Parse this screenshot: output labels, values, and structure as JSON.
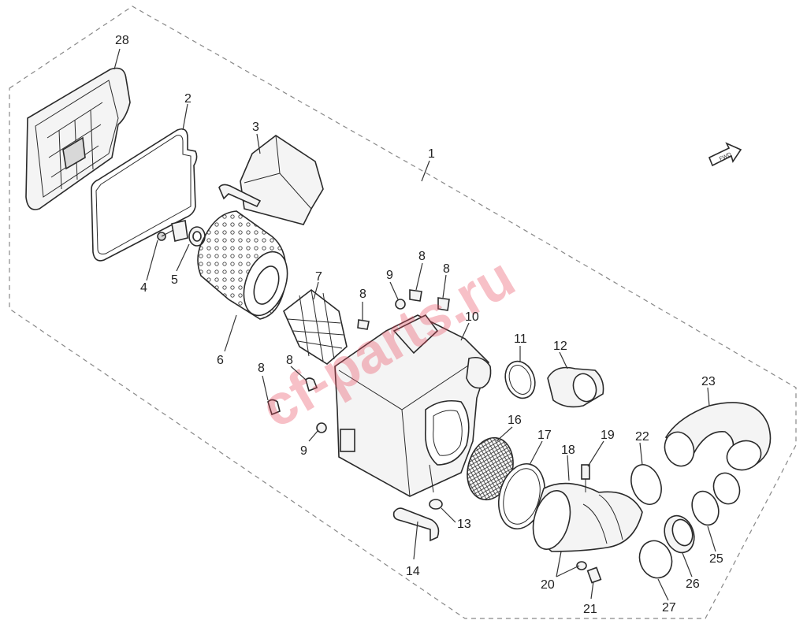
{
  "diagram": {
    "watermark": "cf-parts.ru",
    "fwd_badge": "FWD",
    "callouts": [
      {
        "id": "c28",
        "label": "28"
      },
      {
        "id": "c2",
        "label": "2"
      },
      {
        "id": "c3",
        "label": "3"
      },
      {
        "id": "c1",
        "label": "1"
      },
      {
        "id": "c4",
        "label": "4"
      },
      {
        "id": "c5",
        "label": "5"
      },
      {
        "id": "c6",
        "label": "6"
      },
      {
        "id": "c7",
        "label": "7"
      },
      {
        "id": "c8a",
        "label": "8"
      },
      {
        "id": "c9a",
        "label": "9"
      },
      {
        "id": "c8b",
        "label": "8"
      },
      {
        "id": "c8c",
        "label": "8"
      },
      {
        "id": "c10",
        "label": "10"
      },
      {
        "id": "c8d",
        "label": "8"
      },
      {
        "id": "c8e",
        "label": "8"
      },
      {
        "id": "c9b",
        "label": "9"
      },
      {
        "id": "c11",
        "label": "11"
      },
      {
        "id": "c12",
        "label": "12"
      },
      {
        "id": "c16",
        "label": "16"
      },
      {
        "id": "c17",
        "label": "17"
      },
      {
        "id": "c18",
        "label": "18"
      },
      {
        "id": "c19",
        "label": "19"
      },
      {
        "id": "c22",
        "label": "22"
      },
      {
        "id": "c23",
        "label": "23"
      },
      {
        "id": "c13",
        "label": "13"
      },
      {
        "id": "c14",
        "label": "14"
      },
      {
        "id": "c20",
        "label": "20"
      },
      {
        "id": "c21",
        "label": "21"
      },
      {
        "id": "c25",
        "label": "25"
      },
      {
        "id": "c26",
        "label": "26"
      },
      {
        "id": "c27",
        "label": "27"
      }
    ]
  }
}
